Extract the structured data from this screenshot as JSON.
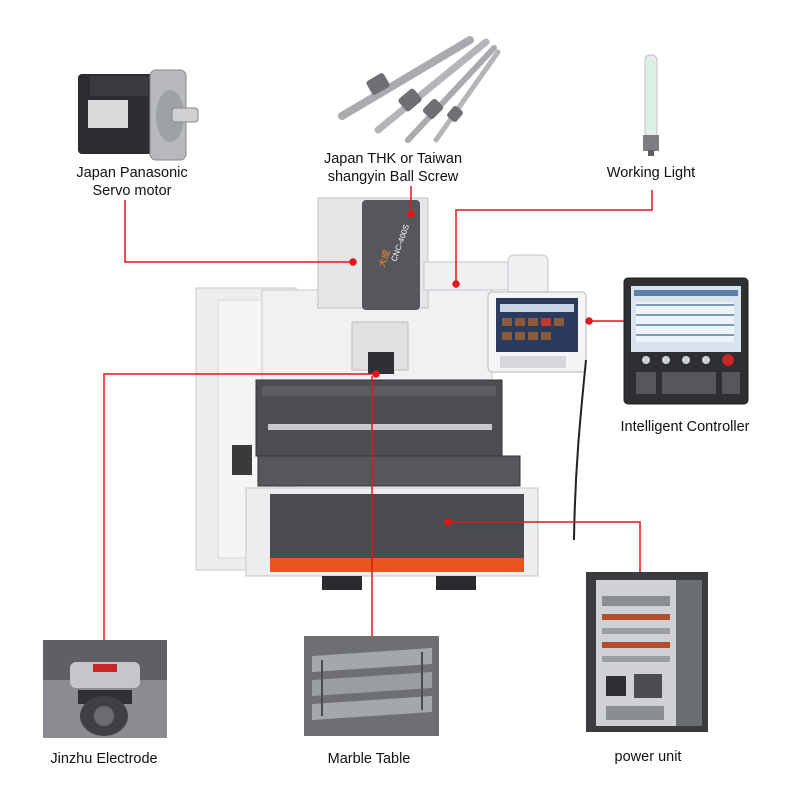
{
  "labels": {
    "servo_motor": [
      "Japan Panasonic",
      "Servo motor"
    ],
    "ball_screw": [
      "Japan THK or Taiwan",
      "shangyin  Ball Screw"
    ],
    "working_light": "Working Light",
    "intelligent_controller": "Intelligent Controller",
    "electrode": "Jinzhu Electrode",
    "marble_table": "Marble Table",
    "power_unit": "power unit"
  },
  "machine": {
    "model_text": "CNC-400S",
    "brand_text": "大成"
  },
  "colors": {
    "callout_line": "#e0161b",
    "machine_body": "#e9eaec",
    "machine_dark": "#4a4b4f",
    "accent_orange": "#e8561e"
  }
}
